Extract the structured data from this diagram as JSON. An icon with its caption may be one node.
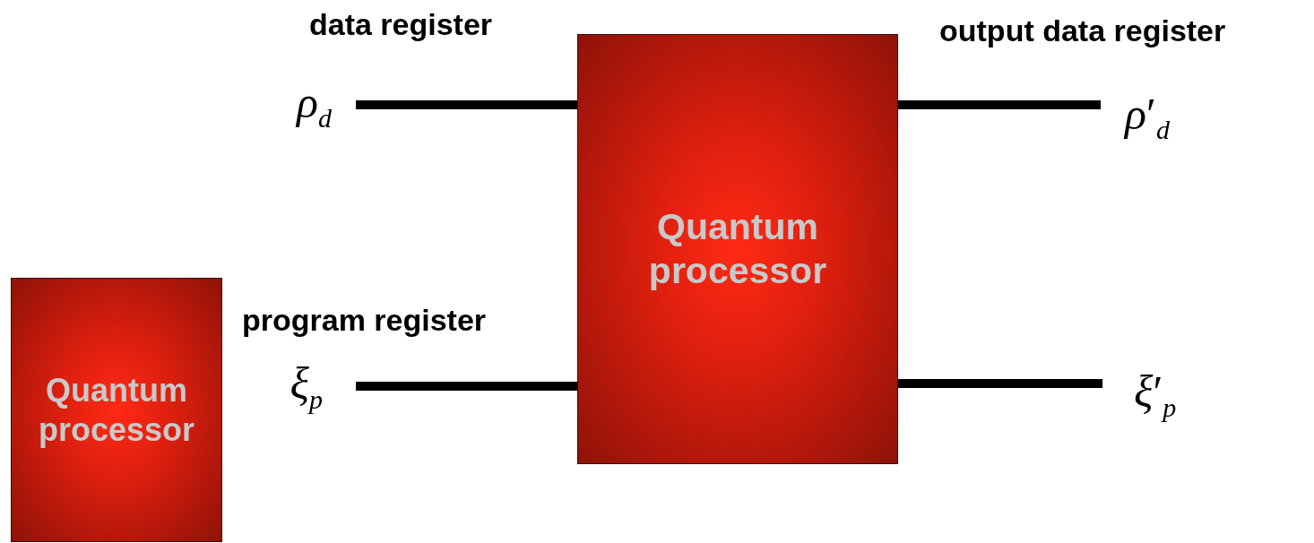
{
  "diagram": {
    "nodes": [
      {
        "text": [
          "Quantum processor"
        ]
      },
      {
        "text": [
          "Quantum processor"
        ]
      },
      {
        "text": [
          "*ρ*$_{d}$"
        ]
      },
      {
        "text": [
          "*ξ*$_{p}$"
        ]
      },
      {
        "text": [
          "*ρ*′$_{d}$"
        ]
      },
      {
        "text": [
          "*ξ*′$_{p}$"
        ]
      }
    ],
    "edges": [
      {
        "from": 2,
        "to": 1,
        "arrow": "none"
      },
      {
        "from": 3,
        "to": 1,
        "arrow": "none"
      },
      {
        "from": 1,
        "to": 4,
        "arrow": "none"
      },
      {
        "from": 1,
        "to": 5,
        "arrow": "none"
      }
    ],
    "labels": [
      "data register",
      "output data register",
      "program register"
    ]
  }
}
